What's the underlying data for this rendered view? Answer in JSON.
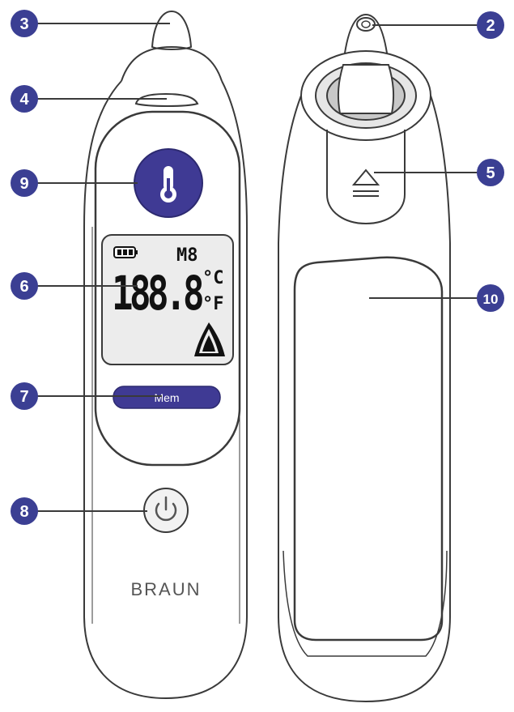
{
  "callouts": [
    {
      "id": "callout-3",
      "label": "3"
    },
    {
      "id": "callout-4",
      "label": "4"
    },
    {
      "id": "callout-9",
      "label": "9"
    },
    {
      "id": "callout-6",
      "label": "6"
    },
    {
      "id": "callout-7",
      "label": "7"
    },
    {
      "id": "callout-8",
      "label": "8"
    },
    {
      "id": "callout-2",
      "label": "2"
    },
    {
      "id": "callout-5",
      "label": "5"
    },
    {
      "id": "callout-10",
      "label": "10"
    }
  ],
  "display": {
    "memory_label": "M8",
    "reading": "188.8",
    "unit_c": "°C",
    "unit_f": "°F"
  },
  "mem_button": {
    "label": "Mem"
  },
  "brand": {
    "logo_text": "BRAUN"
  },
  "colors": {
    "accent": "#3f3a94",
    "callout_fill": "#3b3f93",
    "outline": "#3a3a3a",
    "lcd_bg": "#ececec"
  },
  "icons": {
    "temp_button": "thermometer-icon",
    "power_button": "power-icon",
    "eject_button": "eject-icon",
    "battery": "battery-icon",
    "signal": "signal-waves-icon"
  }
}
